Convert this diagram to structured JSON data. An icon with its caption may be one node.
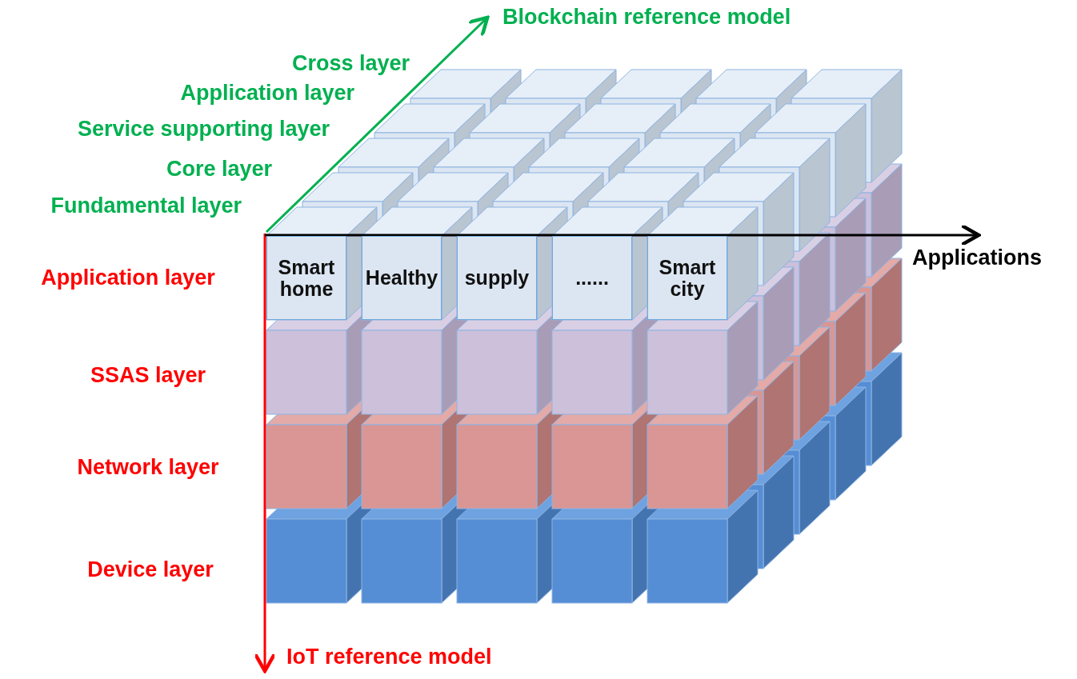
{
  "diagram": {
    "nodes": [
      {
        "text": [
          "Smart home"
        ]
      },
      {
        "text": [
          "Healthy"
        ]
      },
      {
        "text": [
          "supply"
        ]
      },
      {
        "text": [
          "......"
        ]
      },
      {
        "text": [
          "Smart city"
        ]
      }
    ],
    "edges": [],
    "labels": [
      "Blockchain reference model",
      "Cross layer",
      "Application layer",
      "Service supporting layer",
      "Core layer",
      "Fundamental layer",
      "Applications",
      "Application layer",
      "SSAS layer",
      "Network layer",
      "Device layer",
      "IoT reference model"
    ]
  }
}
